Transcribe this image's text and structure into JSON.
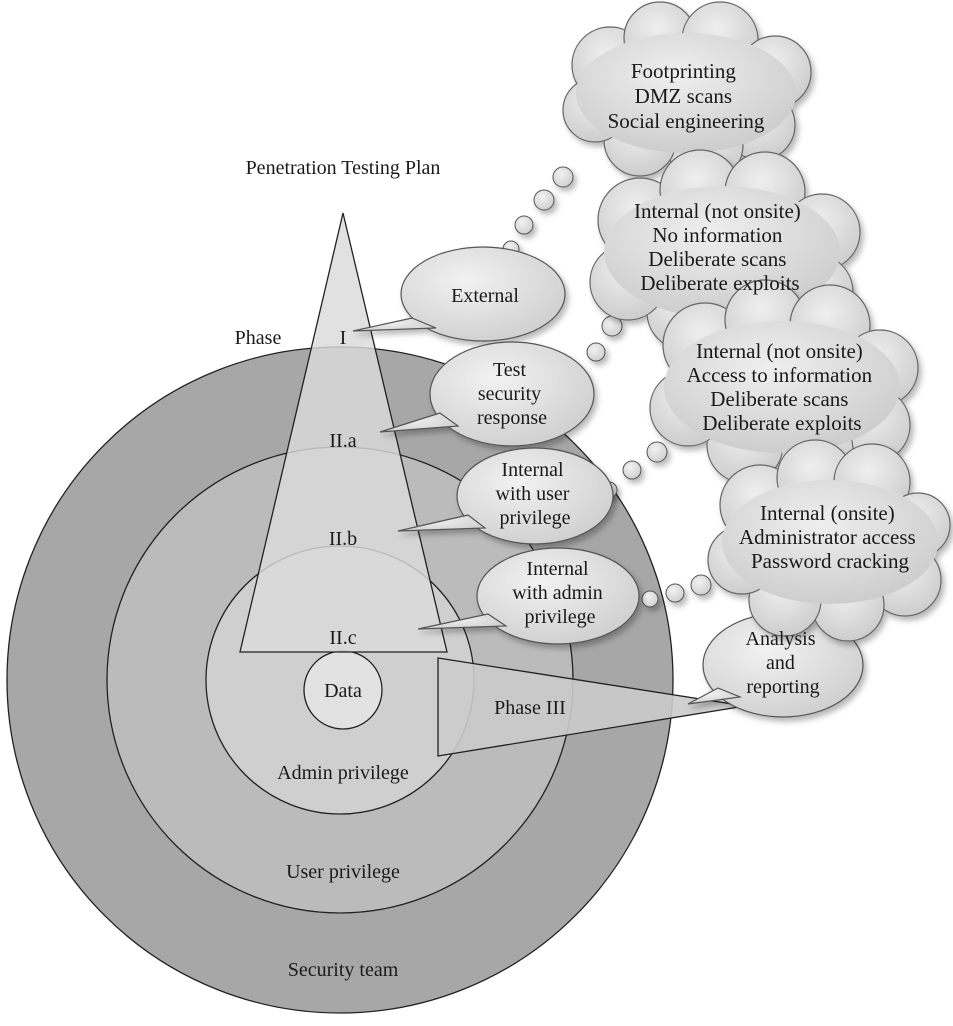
{
  "title": "Penetration Testing Plan",
  "phase_label": "Phase",
  "phases": {
    "p1": "I",
    "p2a": "II.a",
    "p2b": "II.b",
    "p2c": "II.c",
    "p3": "Phase III"
  },
  "rings": {
    "security": "Security team",
    "user": "User privilege",
    "admin": "Admin privilege",
    "data": "Data"
  },
  "bubbles": {
    "external": [
      "External"
    ],
    "security_response": [
      "Test",
      "security",
      "response"
    ],
    "user_privilege": [
      "Internal",
      "with user",
      "privilege"
    ],
    "admin_privilege": [
      "Internal",
      "with admin",
      "privilege"
    ],
    "analysis": [
      "Analysis",
      "and",
      "reporting"
    ]
  },
  "clouds": {
    "footprinting": [
      "Footprinting",
      "DMZ scans",
      "Social engineering"
    ],
    "no_information": [
      "Internal (not onsite)",
      "No information",
      "Deliberate scans",
      "Deliberate exploits"
    ],
    "access_information": [
      "Internal (not onsite)",
      "Access to information",
      "Deliberate scans",
      "Deliberate exploits"
    ],
    "onsite": [
      "Internal (onsite)",
      "Administrator access",
      "Password cracking"
    ]
  },
  "colors": {
    "outer_ring": "#a7a7a7",
    "middle_ring": "#bbbbbb",
    "inner_ring": "#cfcfcf",
    "data_circle": "#e2e2e2",
    "triangle": "#d8d8d8",
    "bubble": "#dedede",
    "cloud": "#dcdcdc",
    "stroke": "#222222"
  }
}
